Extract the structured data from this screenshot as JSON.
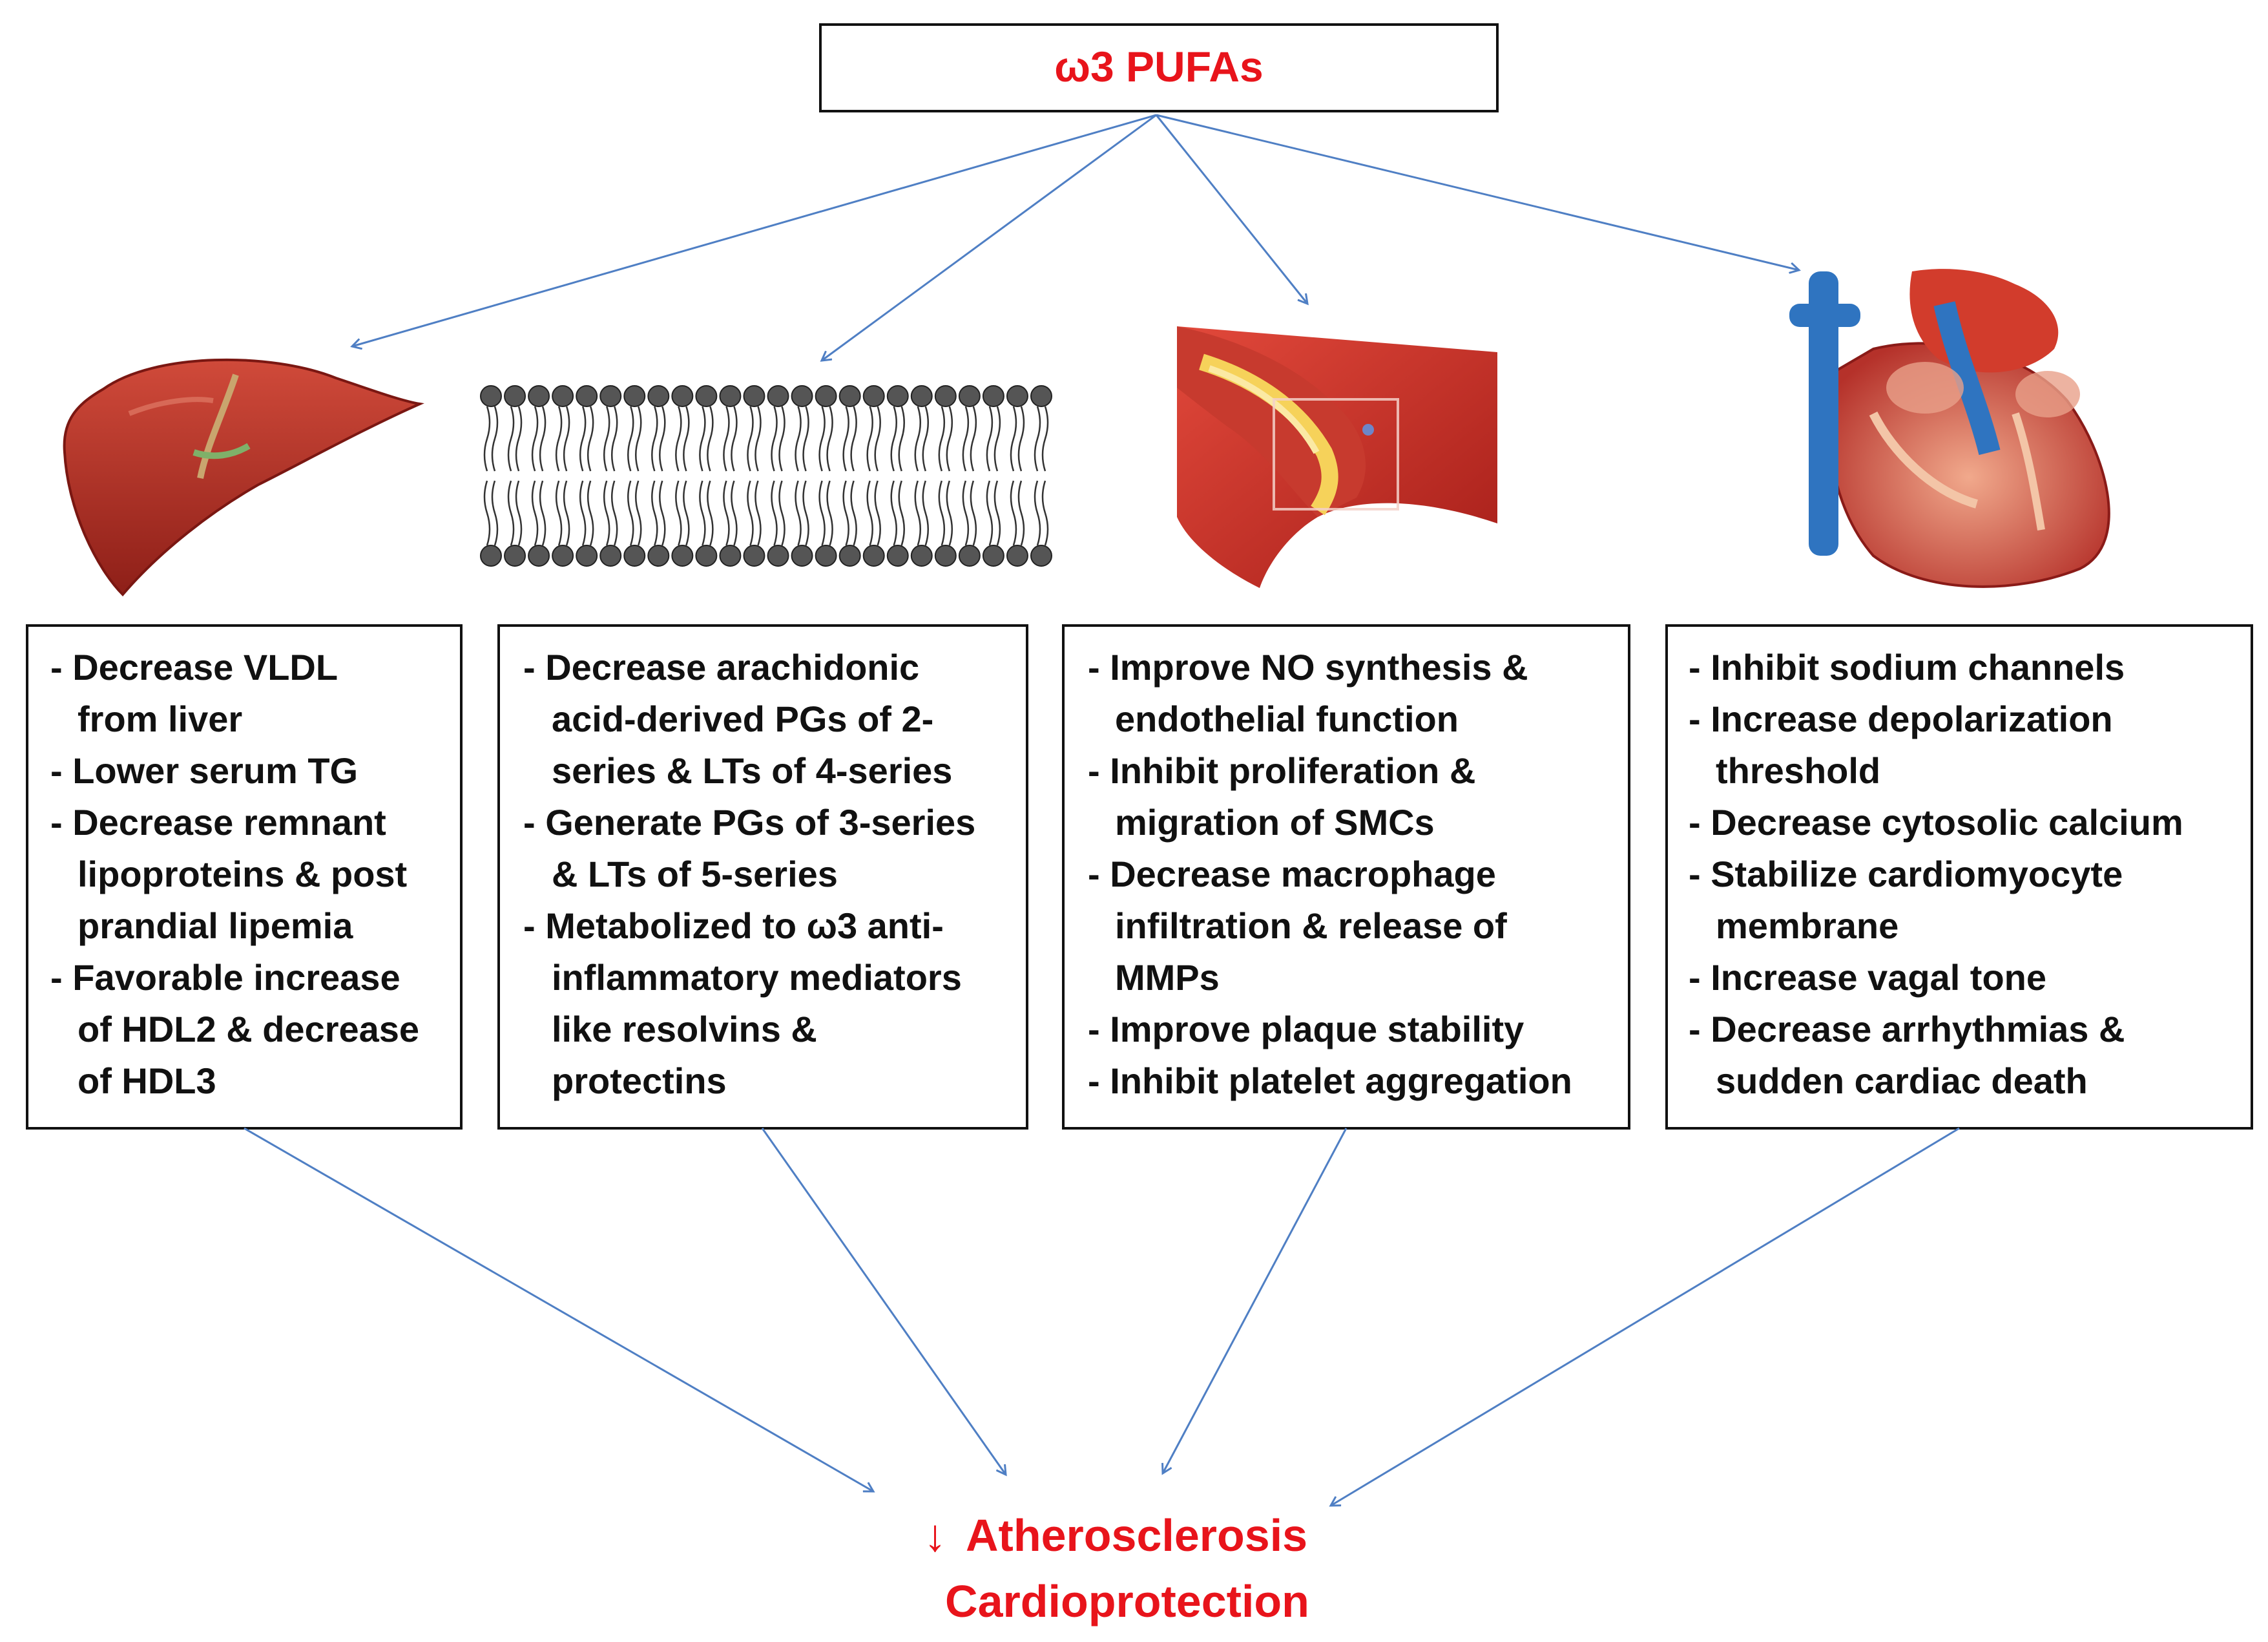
{
  "colors": {
    "accent_red": "#e8141b",
    "arrow_blue": "#4f7fc4",
    "box_border": "#111111",
    "text": "#111111"
  },
  "root": {
    "label": "ω3 PUFAs"
  },
  "outcome": {
    "arrow_glyph": "↓",
    "line1": "Atherosclerosis",
    "line2": "Cardioprotection"
  },
  "panels": [
    {
      "icon": "liver-icon",
      "lines": [
        {
          "text": "- Decrease VLDL",
          "indent": false
        },
        {
          "text": "from liver",
          "indent": true
        },
        {
          "text": "- Lower serum TG",
          "indent": false
        },
        {
          "text": "- Decrease remnant",
          "indent": false
        },
        {
          "text": "lipoproteins & post",
          "indent": true
        },
        {
          "text": "prandial lipemia",
          "indent": true
        },
        {
          "text": "- Favorable increase",
          "indent": false
        },
        {
          "text": "of HDL2 & decrease",
          "indent": true
        },
        {
          "text": "of HDL3",
          "indent": true
        }
      ]
    },
    {
      "icon": "cell-membrane-icon",
      "lines": [
        {
          "text": "- Decrease arachidonic",
          "indent": false
        },
        {
          "text": "acid-derived PGs of 2-",
          "indent": true
        },
        {
          "text": "series & LTs of 4-series",
          "indent": true
        },
        {
          "text": "- Generate PGs of 3-series",
          "indent": false
        },
        {
          "text": "& LTs of 5-series",
          "indent": true
        },
        {
          "text": "- Metabolized to ω3 anti-",
          "indent": false
        },
        {
          "text": "inflammatory mediators",
          "indent": true
        },
        {
          "text": "like resolvins &",
          "indent": true
        },
        {
          "text": "protectins",
          "indent": true
        }
      ]
    },
    {
      "icon": "artery-icon",
      "lines": [
        {
          "text": "- Improve NO synthesis &",
          "indent": false
        },
        {
          "text": "endothelial function",
          "indent": true
        },
        {
          "text": "- Inhibit proliferation &",
          "indent": false
        },
        {
          "text": "migration of SMCs",
          "indent": true
        },
        {
          "text": "- Decrease macrophage",
          "indent": false
        },
        {
          "text": "infiltration & release of",
          "indent": true
        },
        {
          "text": "MMPs",
          "indent": true
        },
        {
          "text": "- Improve plaque stability",
          "indent": false
        },
        {
          "text": "- Inhibit platelet aggregation",
          "indent": false
        }
      ]
    },
    {
      "icon": "heart-icon",
      "lines": [
        {
          "text": "- Inhibit sodium channels",
          "indent": false
        },
        {
          "text": "- Increase depolarization",
          "indent": false
        },
        {
          "text": "threshold",
          "indent": true
        },
        {
          "text": "- Decrease cytosolic calcium",
          "indent": false
        },
        {
          "text": "- Stabilize cardiomyocyte",
          "indent": false
        },
        {
          "text": "membrane",
          "indent": true
        },
        {
          "text": "- Increase vagal tone",
          "indent": false
        },
        {
          "text": "- Decrease arrhythmias &",
          "indent": false
        },
        {
          "text": "sudden cardiac death",
          "indent": true
        }
      ]
    }
  ]
}
